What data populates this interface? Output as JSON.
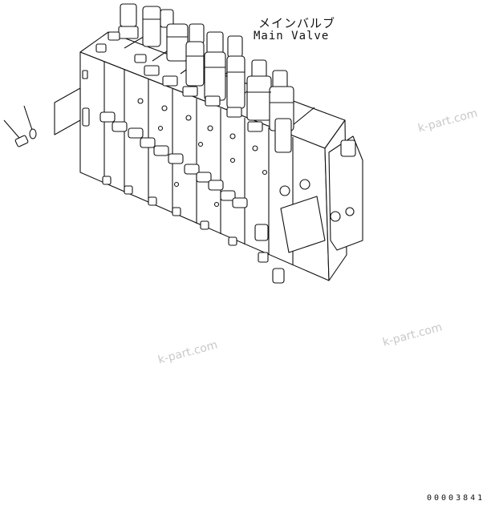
{
  "labels": {
    "part_name_jp": "メインバルブ",
    "part_name_en": "Main Valve"
  },
  "watermarks": [
    "k-part.com",
    "k-part.com",
    "k-part.com"
  ],
  "figure_code": "00003841"
}
